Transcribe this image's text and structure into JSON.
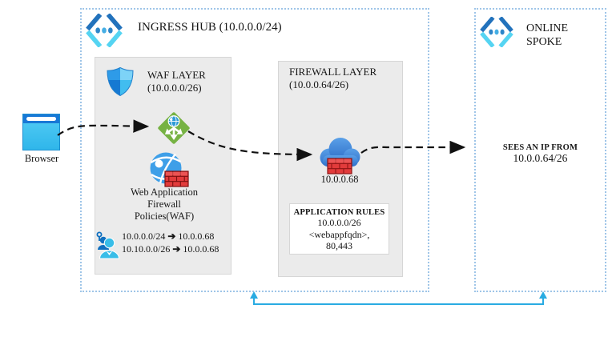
{
  "browser": {
    "label": "Browser"
  },
  "ingress_hub": {
    "title": "INGRESS HUB (10.0.0.0/24)",
    "waf_layer": {
      "title": "WAF LAYER",
      "subnet": "(10.0.0.0/26)",
      "policy_label": [
        "Web Application",
        "Firewall",
        "Policies(WAF)"
      ],
      "route_arrow_glyph": "➔",
      "routes": [
        {
          "prefix": "10.0.0.0/24",
          "next_hop": "10.0.0.68"
        },
        {
          "prefix": "10.10.0.0/26",
          "next_hop": "10.0.0.68"
        }
      ]
    },
    "firewall_layer": {
      "title": "FIREWALL LAYER",
      "subnet": "(10.0.0.64/26)",
      "firewall_ip": "10.0.0.68",
      "application_rules": {
        "title": "APPLICATION RULES",
        "line1": "10.0.0.0/26",
        "line2": "<webappfqdn>,",
        "line3": "80,443"
      }
    }
  },
  "online_spoke": {
    "title_line1": "ONLINE",
    "title_line2": "SPOKE",
    "note_line1": "SEES AN IP FROM",
    "note_line2": "10.0.0.64/26"
  },
  "colors": {
    "dashed_border": "#9FC5E8",
    "panel_gray": "#EBEBEB",
    "connector_blue": "#29ABE2",
    "flow_arrow": "#111111",
    "firewall_red": "#E23B3B",
    "gateway_green": "#76B243",
    "azure_blue": "#2E9BD6"
  }
}
